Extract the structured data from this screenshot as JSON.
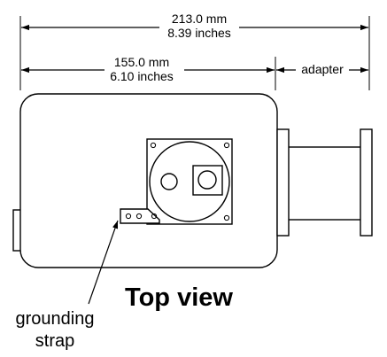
{
  "dimensions": {
    "overall": {
      "mm": "213.0 mm",
      "inches": "8.39 inches"
    },
    "body": {
      "mm": "155.0 mm",
      "inches": "6.10 inches"
    },
    "adapter_label": "adapter"
  },
  "view_title": "Top view",
  "callout": {
    "line1": "grounding",
    "line2": "strap"
  }
}
